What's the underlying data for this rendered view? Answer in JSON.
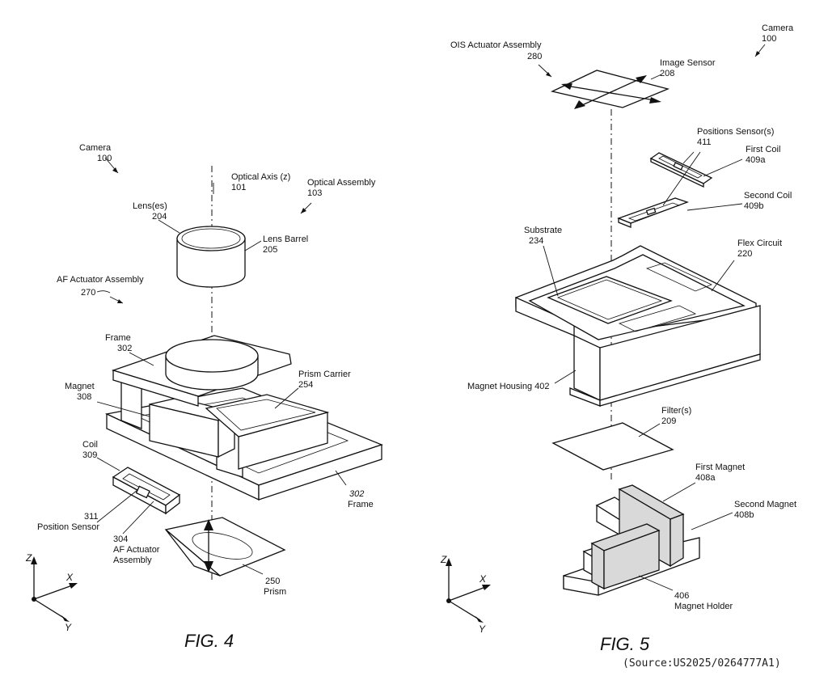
{
  "fig4": {
    "caption": "FIG. 4",
    "labels": {
      "camera": "Camera",
      "camera_num": "100",
      "optical_axis": "Optical Axis (z)",
      "optical_axis_num": "101",
      "optical_assembly": "Optical Assembly",
      "optical_assembly_num": "103",
      "lenses": "Lens(es)",
      "lenses_num": "204",
      "lens_barrel": "Lens Barrel",
      "lens_barrel_num": "205",
      "af_actuator": "AF Actuator Assembly",
      "af_actuator_num": "270",
      "frame": "Frame",
      "frame_num": "302",
      "prism_carrier": "Prism Carrier",
      "prism_carrier_num": "254",
      "magnet": "Magnet",
      "magnet_num": "308",
      "coil": "Coil",
      "coil_num": "309",
      "frame2_num": "302",
      "frame2": "Frame",
      "position_sensor_num": "311",
      "position_sensor": "Position Sensor",
      "af_asm_num": "304",
      "af_asm_line1": "AF Actuator",
      "af_asm_line2": "Assembly",
      "prism_num": "250",
      "prism": "Prism"
    },
    "axes": {
      "z": "Z",
      "x": "X",
      "y": "Y"
    }
  },
  "fig5": {
    "caption": "FIG. 5",
    "labels": {
      "camera": "Camera",
      "camera_num": "100",
      "ois": "OIS Actuator Assembly",
      "ois_num": "280",
      "image_sensor": "Image Sensor",
      "image_sensor_num": "208",
      "positions_sensor": "Positions Sensor(s)",
      "positions_sensor_num": "411",
      "first_coil": "First Coil",
      "first_coil_num": "409a",
      "second_coil": "Second Coil",
      "second_coil_num": "409b",
      "substrate": "Substrate",
      "substrate_num": "234",
      "flex_circuit": "Flex Circuit",
      "flex_circuit_num": "220",
      "magnet_housing": "Magnet Housing 402",
      "filters": "Filter(s)",
      "filters_num": "209",
      "first_magnet": "First Magnet",
      "first_magnet_num": "408a",
      "second_magnet": "Second Magnet",
      "second_magnet_num": "408b",
      "magnet_holder_num": "406",
      "magnet_holder": "Magnet Holder"
    },
    "axes": {
      "z": "Z",
      "x": "X",
      "y": "Y"
    }
  },
  "source": "(Source:US2025/0264777A1)"
}
